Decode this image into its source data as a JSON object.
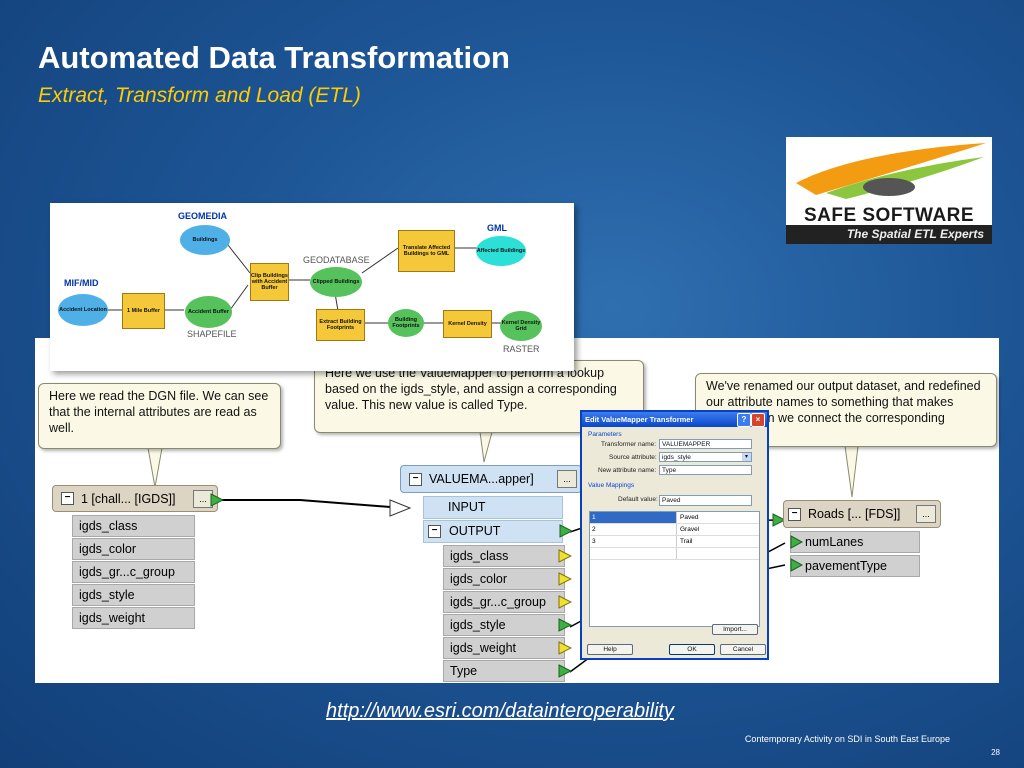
{
  "slide": {
    "title": "Automated Data Transformation",
    "subtitle": "Extract, Transform and Load (ETL)",
    "link": "http://www.esri.com/datainteroperability",
    "footer": "Contemporary Activity on SDI in South East Europe",
    "page_number": "28"
  },
  "logo": {
    "name": "SAFE SOFTWARE",
    "tagline": "The Spatial ETL Experts"
  },
  "etl_diagram": {
    "labels": {
      "geomedia": "GEOMEDIA",
      "mif_mid": "MIF/MID",
      "geodatabase": "GEODATABASE",
      "gml": "GML",
      "shapefile": "SHAPEFILE",
      "raster": "RASTER"
    },
    "nodes": {
      "buildings": "Buildings",
      "accident_location": "Accident Location",
      "mile_buffer": "1 Mile Buffer",
      "accident_buffer": "Accident Buffer",
      "clip_buildings": "Clip Buildings with Accident Buffer",
      "clipped_buildings": "Clipped Buildings",
      "translate": "Translate Affected Buildings to GML",
      "affected_buildings": "Affected Buildings",
      "extract_footprints": "Extract Building Footprints",
      "building_footprints": "Building Footprints",
      "kernel_density": "Kernel Density",
      "kernel_density_grid": "Kernel Density Grid"
    }
  },
  "callouts": {
    "left": "Here we read the DGN file.  We can see that the internal attributes are read as well.",
    "middle": "Here we use the ValueMapper to perform a lookup based on the igds_style, and assign a corresponding value.  This new value is called Type.",
    "right": "We've renamed our output dataset, and redefined our attribute names to something that makes sense.  Then we connect the corresponding attributes."
  },
  "reader": {
    "title": "1 [chall... [IGDS]]",
    "attributes": [
      "igds_class",
      "igds_color",
      "igds_gr...c_group",
      "igds_style",
      "igds_weight"
    ]
  },
  "valuemapper": {
    "title": "VALUEMA...apper]",
    "input_label": "INPUT",
    "output_label": "OUTPUT",
    "attributes": [
      "igds_class",
      "igds_color",
      "igds_gr...c_group",
      "igds_style",
      "igds_weight",
      "Type"
    ]
  },
  "writer": {
    "title": "Roads [... [FDS]]",
    "attributes": [
      "numLanes",
      "pavementType"
    ]
  },
  "dialog": {
    "title": "Edit ValueMapper Transformer",
    "parameters_legend": "Parameters",
    "transformer_name_label": "Transformer name:",
    "transformer_name_value": "VALUEMAPPER",
    "source_attribute_label": "Source attribute:",
    "source_attribute_value": "igds_style",
    "new_attribute_label": "New attribute name:",
    "new_attribute_value": "Type",
    "value_mappings_legend": "Value Mappings",
    "default_value_label": "Default value:",
    "default_value": "Paved",
    "mappings": [
      {
        "source": "1",
        "value": "Paved"
      },
      {
        "source": "2",
        "value": "Gravel"
      },
      {
        "source": "3",
        "value": "Trail"
      }
    ],
    "import_button": "Import...",
    "help_button": "Help",
    "ok_button": "OK",
    "cancel_button": "Cancel"
  }
}
